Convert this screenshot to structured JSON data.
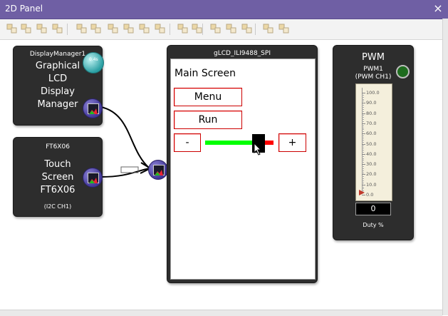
{
  "window": {
    "title": "2D Panel",
    "close_glyph": "×"
  },
  "toolbar": {
    "icons": [
      "align-left-icon",
      "align-center-icon",
      "align-right-icon",
      "align-top-icon",
      "align-middle-icon",
      "align-bottom-icon",
      "distribute-h-icon",
      "distribute-v-icon",
      "size-width-icon",
      "size-height-icon",
      "size-both-icon",
      "center-icon",
      "fit-icon",
      "grid-icon"
    ]
  },
  "display_manager": {
    "name": "DisplayManager1",
    "lines": [
      "Graphical",
      "LCD",
      "Display",
      "Manager"
    ],
    "badge_text": "0.4s"
  },
  "touch": {
    "name": "FT6X06",
    "lines": [
      "Touch",
      "Screen",
      "FT6X06"
    ],
    "sub": "(I2C CH1)"
  },
  "lcd": {
    "title": "gLCD_ILI9488_SPI",
    "screen_title": "Main Screen",
    "menu_label": "Menu",
    "run_label": "Run",
    "minus_label": "-",
    "plus_label": "+",
    "slider_fraction": 0.8,
    "slider_green": "#00ff00",
    "slider_red": "#ff0000"
  },
  "pwm": {
    "title": "PWM",
    "subtitle1": "PWM1",
    "subtitle2": "(PWM CH1)",
    "ticks": [
      "100.0",
      "90.0",
      "80.0",
      "70.0",
      "60.0",
      "50.0",
      "40.0",
      "30.0",
      "20.0",
      "10.0",
      "0.0"
    ],
    "value": "0",
    "unit_label": "Duty %",
    "led_color": "#1e6b1e"
  }
}
